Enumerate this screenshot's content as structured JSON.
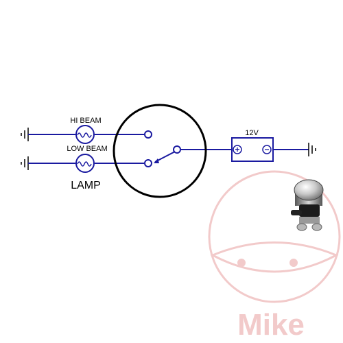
{
  "diagram": {
    "labels": {
      "hi_beam": "HI BEAM",
      "low_beam": "LOW BEAM",
      "lamp": "LAMP",
      "battery_voltage": "12V",
      "battery_plus": "+",
      "battery_minus": "−"
    },
    "colors": {
      "wire": "#1a1aa0",
      "outline": "#000000",
      "watermark": "#f2caca"
    }
  },
  "product_photo": {
    "icon": "dimmer-switch-photo"
  },
  "watermark": {
    "brand": "Mike"
  }
}
